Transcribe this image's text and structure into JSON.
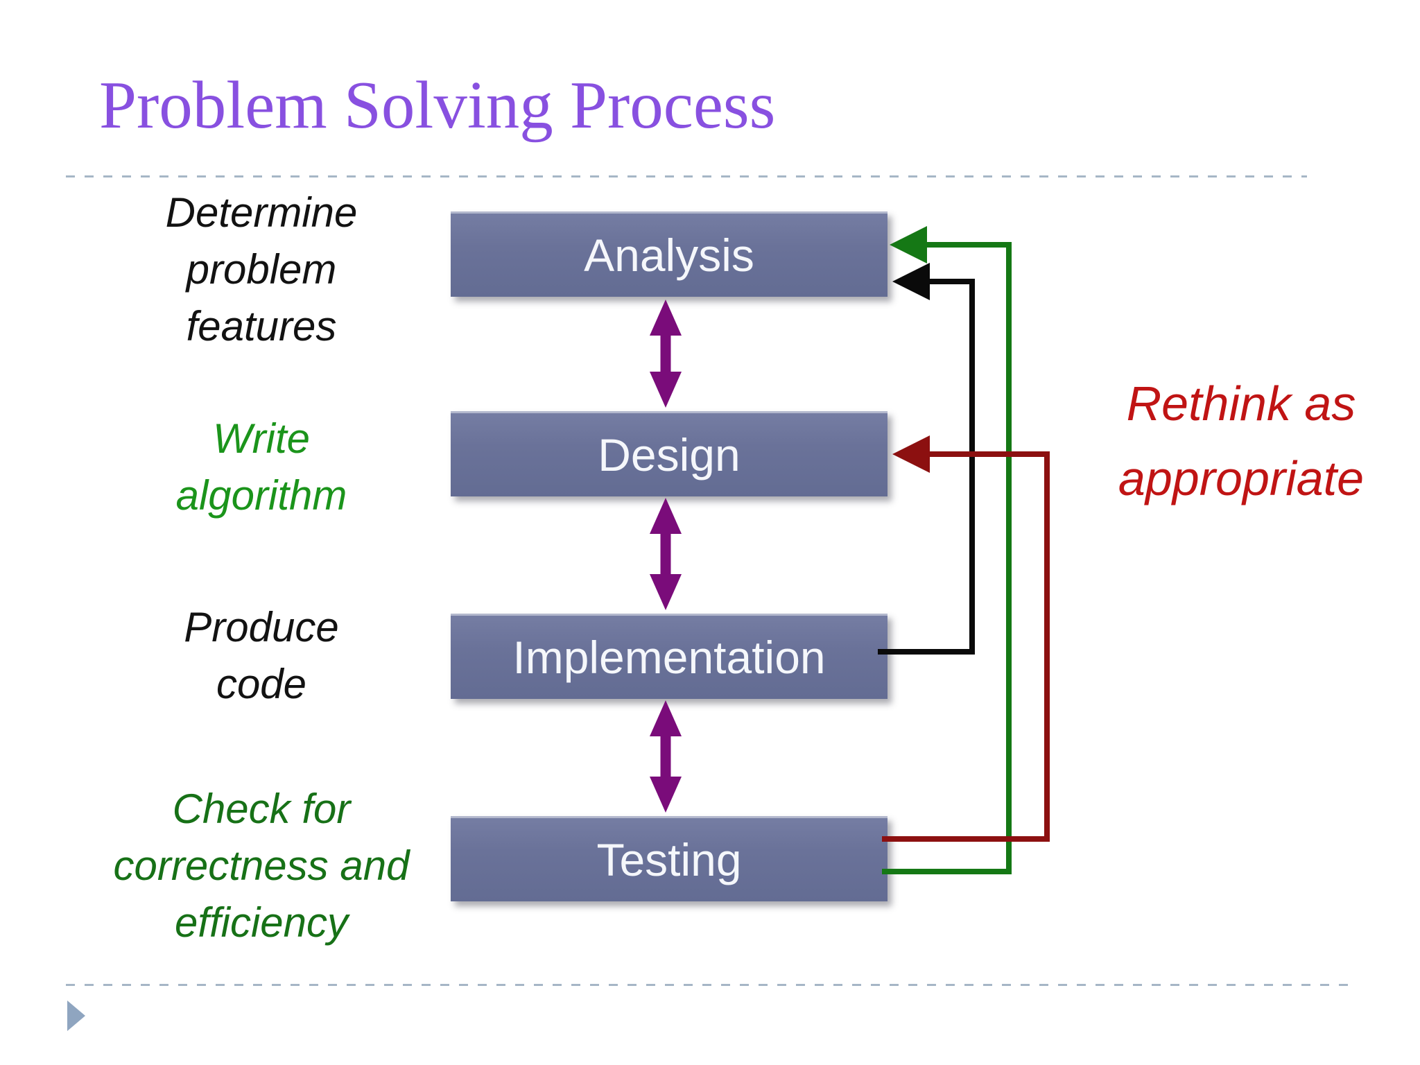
{
  "slide": {
    "title": "Problem Solving Process",
    "annotation": "Rethink as\nappropriate"
  },
  "side_labels": [
    {
      "text": "Determine\nproblem\nfeatures",
      "color": "#121212"
    },
    {
      "text": "Write\nalgorithm",
      "color": "#1b941b"
    },
    {
      "text": "Produce\ncode",
      "color": "#121212"
    },
    {
      "text": "Check for\ncorrectness and\nefficiency",
      "color": "#177117"
    }
  ],
  "process_boxes": [
    {
      "label": "Analysis"
    },
    {
      "label": "Design"
    },
    {
      "label": "Implementation"
    },
    {
      "label": "Testing"
    }
  ],
  "colors": {
    "title_purple": "#8850e0",
    "box_fill": "#6a7299",
    "box_text": "#f5f7fb",
    "stage_arrow_purple": "#7a0c7a",
    "feedback_green": "#157815",
    "feedback_black": "#0a0a0a",
    "feedback_darkred": "#8c1010",
    "annotation_red": "#c01414",
    "dashed_rule": "#a6b6c6",
    "advance_triangle": "#8fa5c0"
  },
  "icons": {
    "advance_triangle": "slide-advance-triangle-icon"
  }
}
